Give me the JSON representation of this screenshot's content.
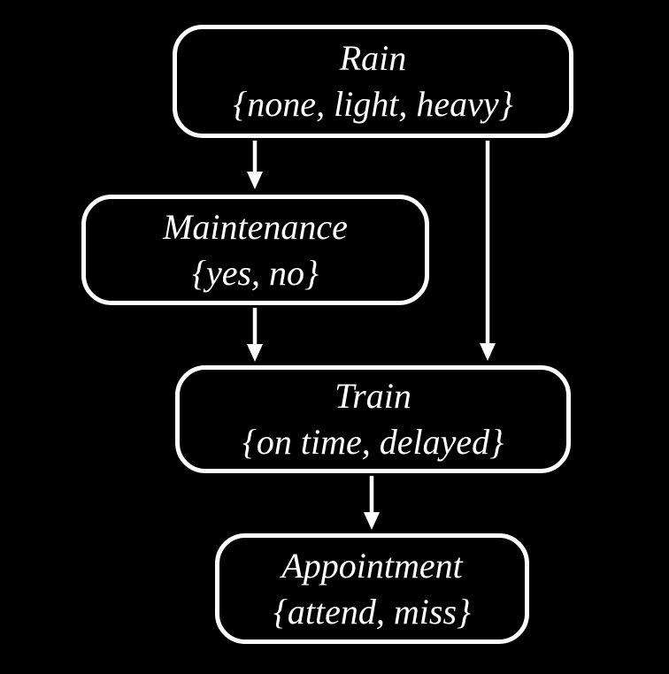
{
  "diagram": {
    "nodes": {
      "rain": {
        "label": "Rain",
        "domain": "{none, light, heavy}"
      },
      "maintenance": {
        "label": "Maintenance",
        "domain": "{yes, no}"
      },
      "train": {
        "label": "Train",
        "domain": "{on time, delayed}"
      },
      "appointment": {
        "label": "Appointment",
        "domain": "{attend, miss}"
      }
    },
    "edges": [
      {
        "from": "Rain",
        "to": "Maintenance"
      },
      {
        "from": "Rain",
        "to": "Train"
      },
      {
        "from": "Maintenance",
        "to": "Train"
      },
      {
        "from": "Train",
        "to": "Appointment"
      }
    ],
    "colors": {
      "background": "#000000",
      "node_border": "#ffffff",
      "node_fill": "#000000",
      "text": "#ffffff",
      "arrow": "#ffffff"
    }
  }
}
